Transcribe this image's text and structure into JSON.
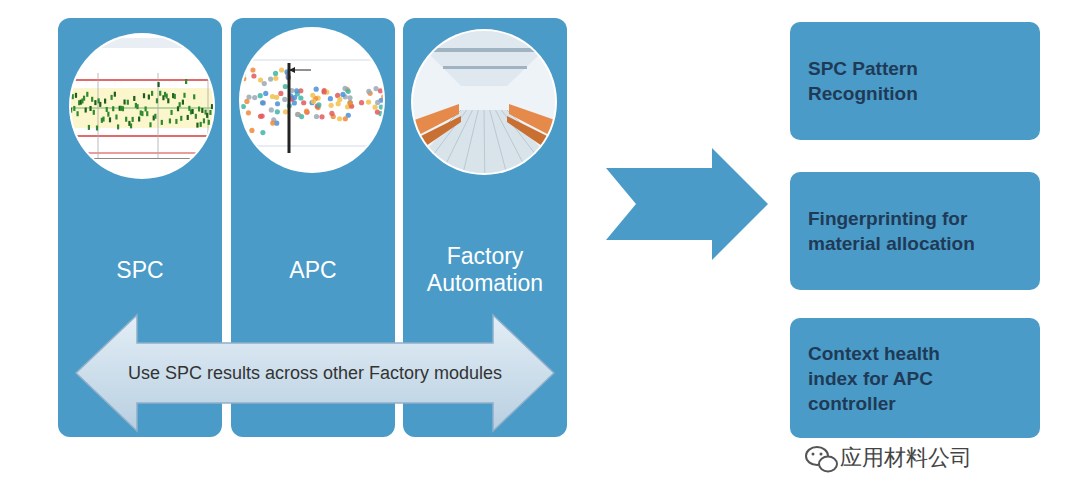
{
  "diagram": {
    "nodes": [
      {
        "text": [
          "SPC"
        ]
      },
      {
        "text": [
          "APC"
        ]
      },
      {
        "text": [
          "Factory Automation"
        ]
      },
      {
        "text": [
          "Use SPC results across other Factory modules"
        ]
      },
      {
        "text": [
          "SPC Pattern Recognition"
        ]
      },
      {
        "text": [
          "Fingerprinting for material allocation"
        ]
      },
      {
        "text": [
          "Context health index for APC controller"
        ]
      }
    ],
    "labels": [
      "应用材料公司"
    ]
  }
}
